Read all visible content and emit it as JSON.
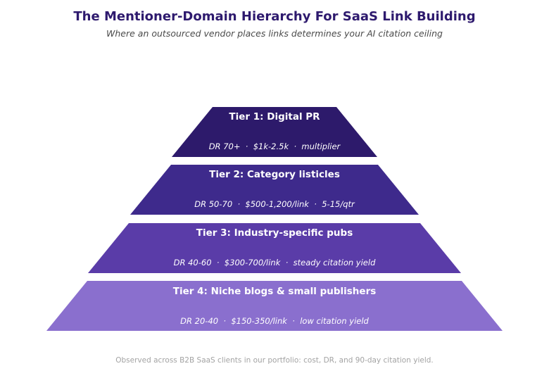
{
  "title": "The Mentioner-Domain Hierarchy For SaaS Link Building",
  "subtitle": "Where an outsourced vendor places links determines your AI citation ceiling",
  "tiers": [
    {
      "name": "Tier 1: Digital PR",
      "stats": "DR 70+  ·  $1k-2.5k  ·  multiplier",
      "color": "#2d1a6b"
    },
    {
      "name": "Tier 2: Category listicles",
      "stats": "DR 50-70  ·  $500-1,200/link  ·  5-15/qtr",
      "color": "#3e2a8c"
    },
    {
      "name": "Tier 3: Industry-specific pubs",
      "stats": "DR 40-60  ·  $300-700/link  ·  steady citation yield",
      "color": "#5a3ca8"
    },
    {
      "name": "Tier 4: Niche blogs & small publishers",
      "stats": "DR 20-40  ·  $150-350/link  ·  low citation yield",
      "color": "#8a6fce"
    }
  ],
  "footnote": "Observed across B2B SaaS clients in our portfolio: cost, DR, and 90-day citation yield."
}
